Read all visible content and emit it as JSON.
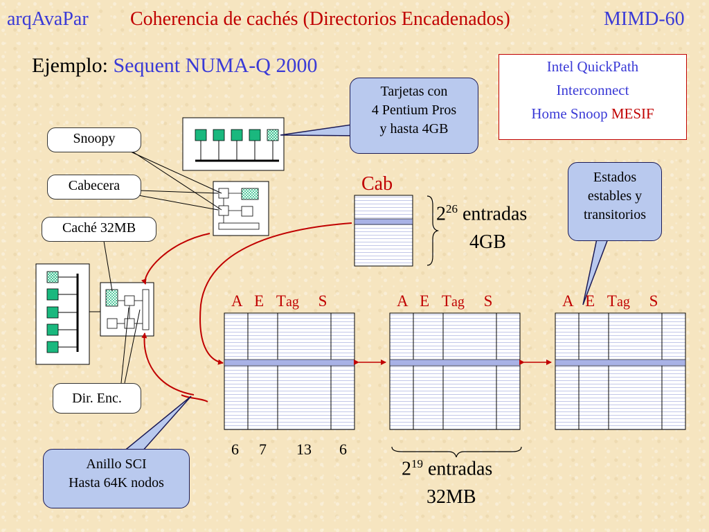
{
  "header": {
    "course": "arqAvaPar",
    "title": "Coherencia de cachés (Directorios Encadenados)",
    "slide_id": "MIMD-60"
  },
  "example": {
    "prefix": "Ejemplo:",
    "name": "Sequent NUMA-Q 2000"
  },
  "intel_box": {
    "line1": "Intel QuickPath",
    "line2": "Interconnect",
    "line3_a": "Home Snoop ",
    "line3_b": "MESIF"
  },
  "callouts": {
    "tarjetas": {
      "line1": "Tarjetas con",
      "line2": "4 Pentium Pros",
      "line3": "y hasta 4GB"
    },
    "estados": {
      "line1": "Estados",
      "line2": "estables y",
      "line3": "transitorios"
    },
    "anillo": {
      "line1": "Anillo SCI",
      "line2": "Hasta 64K nodos"
    }
  },
  "labels": {
    "snoopy": "Snoopy",
    "cabecera": "Cabecera",
    "cache": "Caché 32MB",
    "dir_enc": "Dir. Enc."
  },
  "cab_table": {
    "label": "Cab",
    "entries_base": "2",
    "entries_exp": "26",
    "entries_word": " entradas",
    "size": "4GB"
  },
  "dir_tables": {
    "columns": [
      "A",
      "E",
      "T",
      "ag",
      "S"
    ],
    "bit_widths": [
      "6",
      "7",
      "13",
      "6"
    ],
    "entries_base": "2",
    "entries_exp": "19",
    "entries_word": " entradas",
    "size": "32MB"
  },
  "colors": {
    "title_blue": "#3a3ad6",
    "accent_red": "#c00000",
    "callout_fill": "#b9c9ee",
    "processor_green": "#1ab87e",
    "row_highlight": "#a9b2e6"
  }
}
